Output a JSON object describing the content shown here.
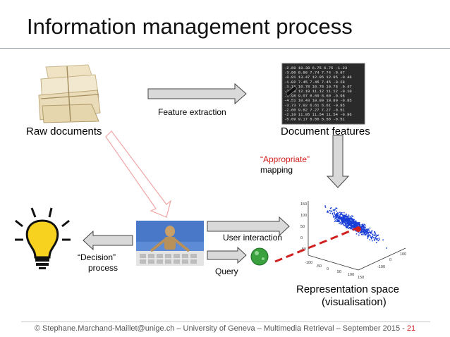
{
  "slide": {
    "title": "Information management process",
    "footer": "© Stephane.Marchand-Maillet@unige.ch – University of  Geneva – Multimedia Retrieval – September 2015 - ",
    "page_number": "21"
  },
  "diagram": {
    "raw_documents_label": "Raw documents",
    "feature_extraction_label": "Feature extraction",
    "document_features_label": "Document features",
    "appropriate_label": "“Appropriate”",
    "mapping_label": "mapping",
    "user_interaction_label": "User interaction",
    "query_label": "Query",
    "decision_line1": "“Decision”",
    "decision_line2": "process",
    "representation_line1": "Representation space",
    "representation_line2": "(visualisation)",
    "accent_color": "#d0201f"
  },
  "feature_table": {
    "rows": [
      [
        "-2.60",
        "10.38",
        "6.75",
        "6.75",
        "-1.23"
      ],
      [
        "-3.90",
        "8.66",
        "7.74",
        "7.74",
        "-0.67"
      ],
      [
        "-0.91",
        "13.47",
        "12.95",
        "12.95",
        "-0.46"
      ],
      [
        "-1.82",
        "7.45",
        "7.45",
        "7.45",
        "-0.28"
      ],
      [
        "-3.15",
        "10.78",
        "10.78",
        "10.78",
        "-0.47"
      ],
      [
        "-2.30",
        "12.19",
        "11.12",
        "11.12",
        "-0.10"
      ],
      [
        "-1.98",
        "9.07",
        "8.60",
        "8.60",
        "-0.98"
      ],
      [
        "-4.51",
        "10.43",
        "10.80",
        "10.80",
        "-0.85"
      ],
      [
        "-3.73",
        "7.02",
        "6.61",
        "6.61",
        "-0.85"
      ],
      [
        "-2.60",
        "9.62",
        "7.27",
        "7.27",
        "-0.51"
      ],
      [
        "-2.10",
        "11.95",
        "11.54",
        "11.54",
        "-0.96"
      ],
      [
        "-5.09",
        "9.17",
        "8.56",
        "8.56",
        "-0.51"
      ]
    ]
  },
  "scatter_axes": {
    "y_ticks": [
      "150",
      "100",
      "50",
      "0",
      "-50"
    ],
    "x_ticks": [
      "-100",
      "-50",
      "0",
      "50",
      "100",
      "150"
    ],
    "z_ticks": [
      "100",
      "0",
      "-100"
    ]
  }
}
